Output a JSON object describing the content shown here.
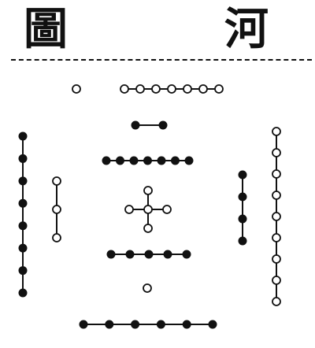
{
  "title": {
    "chars": [
      "圖",
      "河"
    ]
  },
  "diagram": {
    "colors": {
      "ink": "#111111",
      "paper": "#ffffff"
    },
    "groups": [
      {
        "name": "top-white-group-1",
        "count": 1,
        "fill": "white"
      },
      {
        "name": "top-white-group-7",
        "count": 7,
        "fill": "white"
      },
      {
        "name": "top-black-group-2",
        "count": 2,
        "fill": "black"
      },
      {
        "name": "upper-black-group-7",
        "count": 7,
        "fill": "black"
      },
      {
        "name": "left-black-group-8",
        "count": 8,
        "fill": "black"
      },
      {
        "name": "left-white-group-3",
        "count": 3,
        "fill": "white"
      },
      {
        "name": "center-white-group-5",
        "count": 5,
        "fill": "white"
      },
      {
        "name": "right-black-group-4",
        "count": 4,
        "fill": "black"
      },
      {
        "name": "right-white-group-9",
        "count": 9,
        "fill": "white"
      },
      {
        "name": "lower-black-group-5",
        "count": 5,
        "fill": "black"
      },
      {
        "name": "bottom-white-group-1",
        "count": 1,
        "fill": "white"
      },
      {
        "name": "bottom-black-group-6",
        "count": 6,
        "fill": "black"
      }
    ]
  }
}
